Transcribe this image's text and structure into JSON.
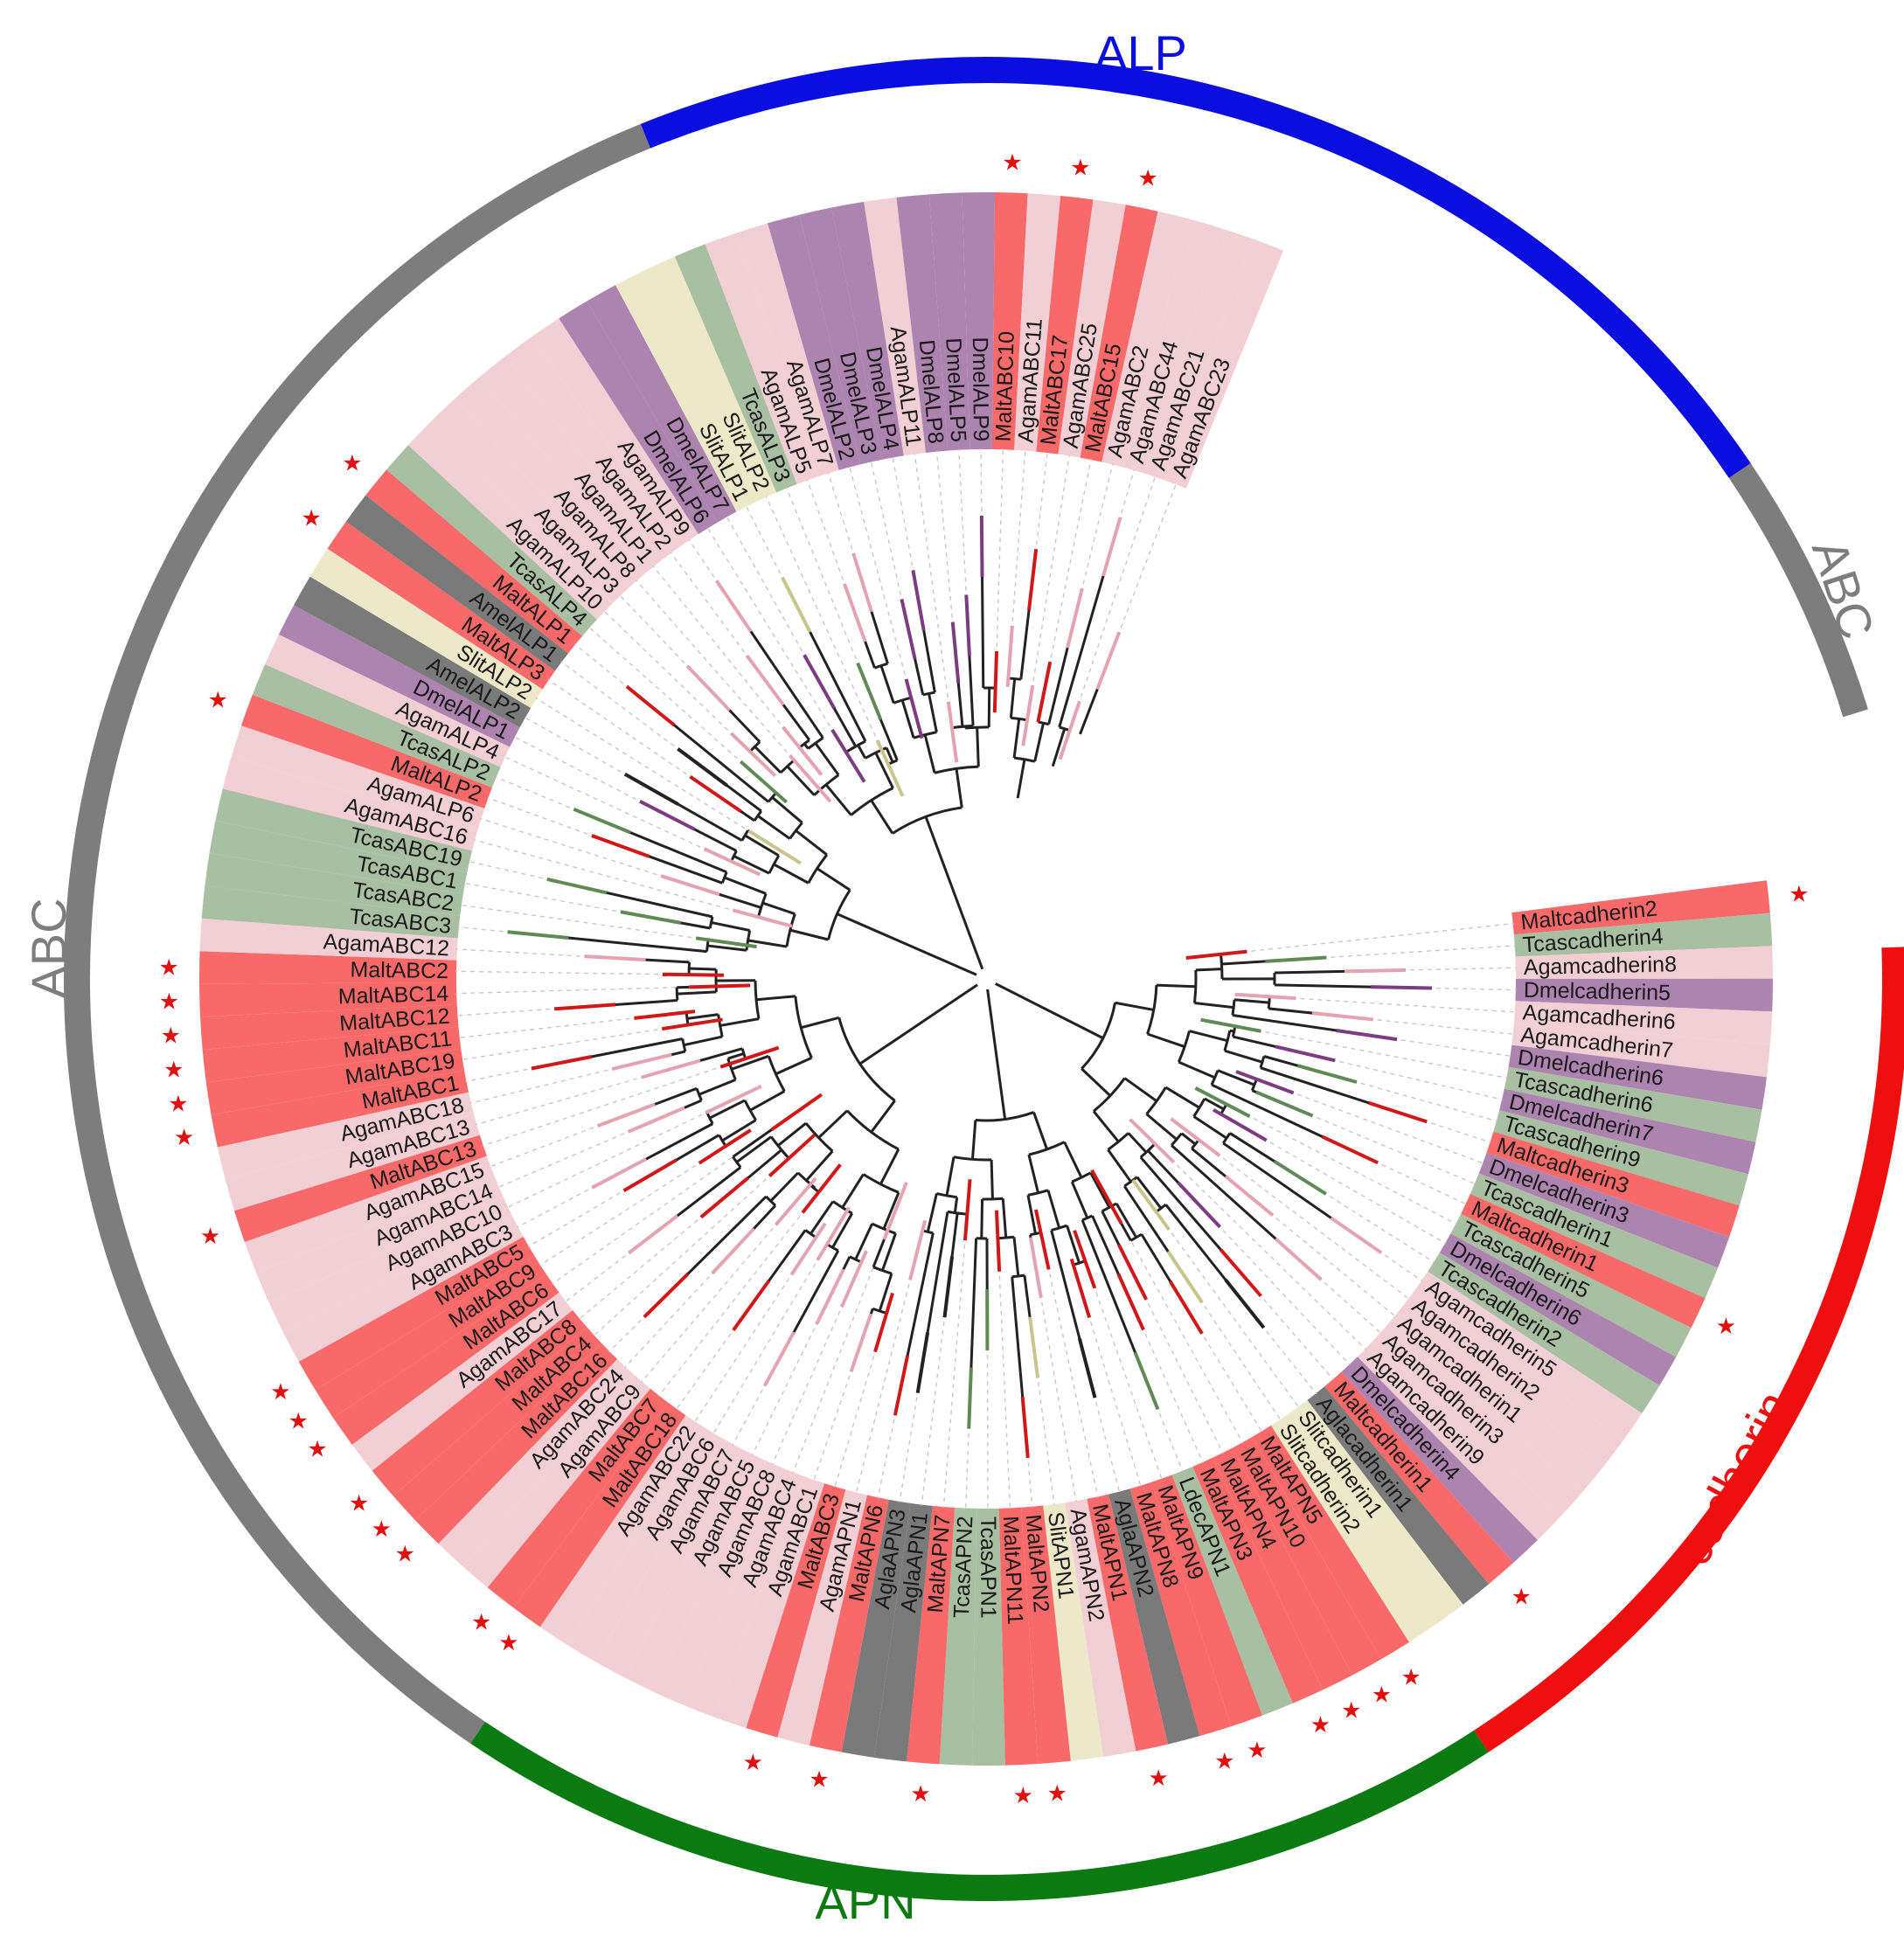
{
  "colors": {
    "Malt": "#f86a6a",
    "Agam": "#f1cfd5",
    "Tcas": "#a9bfa2",
    "Dmel": "#ad83b0",
    "Slit": "#ece8c8",
    "Amel": "#7a7a7a",
    "Agla": "#7a7a7a",
    "Ldec": "#a9bfa2",
    "ABC_ring": "#7d7d7d",
    "ALP_ring": "#0a0fe0",
    "APN_ring": "#0b7a10",
    "cadherin_ring": "#ef0f0f",
    "star": "#e01010"
  },
  "families": [
    {
      "name": "ALP",
      "color": "#0a0fe0"
    },
    {
      "name": "ABC",
      "color": "#7d7d7d"
    },
    {
      "name": "ABC",
      "color": "#7d7d7d"
    },
    {
      "name": "cadherin",
      "color": "#ef0f0f"
    },
    {
      "name": "APN",
      "color": "#0b7a10"
    }
  ],
  "leaves": [
    {
      "label": "Maltcadherin2",
      "star": true
    },
    {
      "label": "Tcascadherin4",
      "star": false
    },
    {
      "label": "Agamcadherin8",
      "star": false
    },
    {
      "label": "Dmelcadherin5",
      "star": false
    },
    {
      "label": "Agamcadherin6",
      "star": false
    },
    {
      "label": "Agamcadherin7",
      "star": false
    },
    {
      "label": "Dmelcadherin6",
      "star": false
    },
    {
      "label": "Tcascadherin6",
      "star": false
    },
    {
      "label": "Dmelcadherin7",
      "star": false
    },
    {
      "label": "Tcascadherin9",
      "star": false
    },
    {
      "label": "Maltcadherin3",
      "star": false
    },
    {
      "label": "Dmelcadherin3",
      "star": false
    },
    {
      "label": "Tcascadherin1",
      "star": false
    },
    {
      "label": "Maltcadherin1",
      "star": true
    },
    {
      "label": "Tcascadherin5",
      "star": false
    },
    {
      "label": "Dmelcadherin6",
      "star": false
    },
    {
      "label": "Tcascadherin2",
      "star": false
    },
    {
      "label": "Agamcadherin5",
      "star": false
    },
    {
      "label": "Agamcadherin2",
      "star": false
    },
    {
      "label": "Agamcadherin1",
      "star": false
    },
    {
      "label": "Agamcadherin3",
      "star": false
    },
    {
      "label": "Agamcadherin9",
      "star": false
    },
    {
      "label": "Dmelcadherin4",
      "star": false
    },
    {
      "label": "Maltcadherin1",
      "star": true
    },
    {
      "label": "Aglacadherin1",
      "star": false
    },
    {
      "label": "Slitcadherin1",
      "star": false
    },
    {
      "label": "Slitcadherin2",
      "star": false
    },
    {
      "label": "MaltAPN5",
      "star": true
    },
    {
      "label": "MaltAPN10",
      "star": true
    },
    {
      "label": "MaltAPN4",
      "star": true
    },
    {
      "label": "MaltAPN3",
      "star": true
    },
    {
      "label": "LdecAPN1",
      "star": false
    },
    {
      "label": "MaltAPN9",
      "star": true
    },
    {
      "label": "MaltAPN8",
      "star": true
    },
    {
      "label": "AglaAPN2",
      "star": false
    },
    {
      "label": "MaltAPN1",
      "star": true
    },
    {
      "label": "AgamAPN2",
      "star": false
    },
    {
      "label": "SlitAPN1",
      "star": false
    },
    {
      "label": "MaltAPN2",
      "star": true
    },
    {
      "label": "MaltAPN11",
      "star": true
    },
    {
      "label": "TcasAPN1",
      "star": false
    },
    {
      "label": "TcasAPN2",
      "star": false
    },
    {
      "label": "MaltAPN7",
      "star": true
    },
    {
      "label": "AglaAPN1",
      "star": false
    },
    {
      "label": "AglaAPN3",
      "star": false
    },
    {
      "label": "MaltAPN6",
      "star": true
    },
    {
      "label": "AgamAPN1",
      "star": false
    },
    {
      "label": "MaltABC3",
      "star": true
    },
    {
      "label": "AgamABC1",
      "star": false
    },
    {
      "label": "AgamABC4",
      "star": false
    },
    {
      "label": "AgamABC8",
      "star": false
    },
    {
      "label": "AgamABC5",
      "star": false
    },
    {
      "label": "AgamABC7",
      "star": false
    },
    {
      "label": "AgamABC6",
      "star": false
    },
    {
      "label": "AgamABC22",
      "star": false
    },
    {
      "label": "MaltABC18",
      "star": true
    },
    {
      "label": "MaltABC7",
      "star": true
    },
    {
      "label": "AgamABC9",
      "star": false
    },
    {
      "label": "AgamABC24",
      "star": false
    },
    {
      "label": "MaltABC16",
      "star": true
    },
    {
      "label": "MaltABC4",
      "star": true
    },
    {
      "label": "MaltABC8",
      "star": true
    },
    {
      "label": "AgamABC17",
      "star": false
    },
    {
      "label": "MaltABC6",
      "star": true
    },
    {
      "label": "MaltABC9",
      "star": true
    },
    {
      "label": "MaltABC5",
      "star": true
    },
    {
      "label": "AgamABC3",
      "star": false
    },
    {
      "label": "AgamABC10",
      "star": false
    },
    {
      "label": "AgamABC14",
      "star": false
    },
    {
      "label": "AgamABC15",
      "star": false
    },
    {
      "label": "MaltABC13",
      "star": true
    },
    {
      "label": "AgamABC13",
      "star": false
    },
    {
      "label": "AgamABC18",
      "star": false
    },
    {
      "label": "MaltABC1",
      "star": true
    },
    {
      "label": "MaltABC19",
      "star": true
    },
    {
      "label": "MaltABC11",
      "star": true
    },
    {
      "label": "MaltABC12",
      "star": true
    },
    {
      "label": "MaltABC14",
      "star": true
    },
    {
      "label": "MaltABC2",
      "star": true
    },
    {
      "label": "AgamABC12",
      "star": false
    },
    {
      "label": "TcasABC3",
      "star": false
    },
    {
      "label": "TcasABC2",
      "star": false
    },
    {
      "label": "TcasABC1",
      "star": false
    },
    {
      "label": "TcasABC19",
      "star": false
    },
    {
      "label": "AgamABC16",
      "star": false
    },
    {
      "label": "AgamALP6",
      "star": false
    },
    {
      "label": "MaltALP2",
      "star": true
    },
    {
      "label": "TcasALP2",
      "star": false
    },
    {
      "label": "AgamALP4",
      "star": false
    },
    {
      "label": "DmelALP1",
      "star": false
    },
    {
      "label": "AmelALP2",
      "star": false
    },
    {
      "label": "SlitALP2",
      "star": false
    },
    {
      "label": "MaltALP3",
      "star": true
    },
    {
      "label": "AmelALP1",
      "star": false
    },
    {
      "label": "MaltALP1",
      "star": true
    },
    {
      "label": "TcasALP4",
      "star": false
    },
    {
      "label": "AgamALP10",
      "star": false
    },
    {
      "label": "AgamALP3",
      "star": false
    },
    {
      "label": "AgamALP8",
      "star": false
    },
    {
      "label": "AgamALP1",
      "star": false
    },
    {
      "label": "AgamALP2",
      "star": false
    },
    {
      "label": "AgamALP9",
      "star": false
    },
    {
      "label": "DmelALP6",
      "star": false
    },
    {
      "label": "DmelALP7",
      "star": false
    },
    {
      "label": "SlitALP1",
      "star": false
    },
    {
      "label": "SlitALP2",
      "star": false
    },
    {
      "label": "TcasALP3",
      "star": false
    },
    {
      "label": "AgamALP5",
      "star": false
    },
    {
      "label": "AgamALP7",
      "star": false
    },
    {
      "label": "DmelALP2",
      "star": false
    },
    {
      "label": "DmelALP3",
      "star": false
    },
    {
      "label": "DmelALP4",
      "star": false
    },
    {
      "label": "AgamALP11",
      "star": false
    },
    {
      "label": "DmelALP8",
      "star": false
    },
    {
      "label": "DmelALP5",
      "star": false
    },
    {
      "label": "DmelALP9",
      "star": false
    },
    {
      "label": "MaltABC10",
      "star": true
    },
    {
      "label": "AgamABC11",
      "star": false
    },
    {
      "label": "MaltABC17",
      "star": true
    },
    {
      "label": "AgamABC25",
      "star": false
    },
    {
      "label": "MaltABC15",
      "star": true
    },
    {
      "label": "AgamABC2",
      "star": false
    },
    {
      "label": "AgamABC44",
      "star": false
    },
    {
      "label": "AgamABC21",
      "star": false
    },
    {
      "label": "AgamABC23",
      "star": false
    }
  ]
}
